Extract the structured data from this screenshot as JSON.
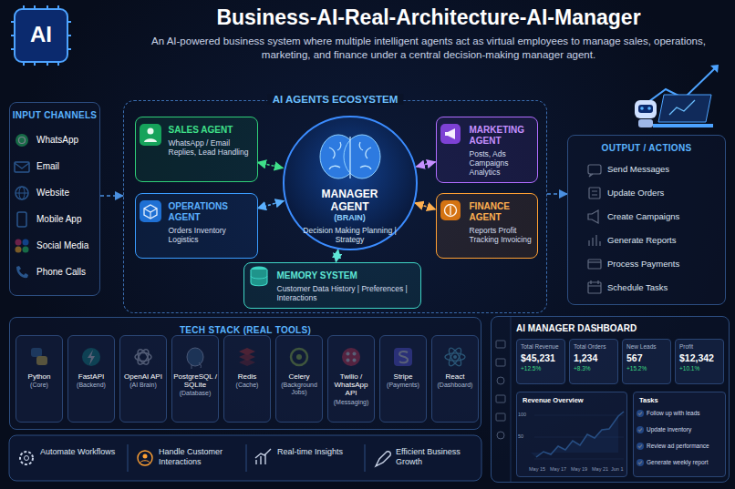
{
  "diagram": {
    "title": "Business-AI-Real-Architecture-AI-Manager",
    "caption": "An AI-powered business system where multiple intelligent agents act as virtual employees to manage sales, operations, marketing, and finance under a central decision-making manager agent.",
    "nodes": [
      {
        "text": [
          "INPUT CHANNELS"
        ]
      },
      {
        "text": [
          "AI AGENTS ECOSYSTEM"
        ]
      },
      {
        "text": [
          "SALES AGENT",
          "WhatsApp / Email Replies, Lead Handling"
        ],
        "in": 1
      },
      {
        "text": [
          "OPERATIONS AGENT",
          "Orders Inventory Logistics"
        ],
        "in": 1
      },
      {
        "text": [
          "MANAGER AGENT",
          "(BRAIN)",
          "Decision Making Planning | Strategy"
        ],
        "in": 1
      },
      {
        "text": [
          "MARKETING AGENT",
          "Posts, Ads Campaigns Analytics"
        ],
        "in": 1
      },
      {
        "text": [
          "FINANCE AGENT",
          "Reports Profit Tracking Invoicing"
        ],
        "in": 1
      },
      {
        "text": [
          "MEMORY SYSTEM",
          "Customer Data History | Preferences | Interactions"
        ],
        "in": 1
      },
      {
        "text": [
          "OUTPUT / ACTIONS"
        ]
      },
      {
        "text": [
          "TECH STACK (REAL TOOLS)"
        ]
      },
      {
        "text": [
          "Python",
          "(Core)"
        ],
        "in": 9
      },
      {
        "text": [
          "FastAPI",
          "(Backend)"
        ],
        "in": 9
      },
      {
        "text": [
          "OpenAI API",
          "(AI Brain)"
        ],
        "in": 9
      },
      {
        "text": [
          "PostgreSQL / SQLite",
          "(Database)"
        ],
        "in": 9
      },
      {
        "text": [
          "Redis",
          "(Cache)"
        ],
        "in": 9
      },
      {
        "text": [
          "Celery",
          "(Background Jobs)"
        ],
        "in": 9
      },
      {
        "text": [
          "Twilio / WhatsApp API",
          "(Messaging)"
        ],
        "in": 9
      },
      {
        "text": [
          "Stripe",
          "(Payments)"
        ],
        "in": 9
      },
      {
        "text": [
          "React",
          "(Dashboard)"
        ],
        "in": 9
      },
      {
        "text": [
          "AI MANAGER DASHBOARD"
        ]
      },
      {
        "text": [
          "Total Revenue",
          "$45,231",
          "+12.5%"
        ],
        "in": 19
      },
      {
        "text": [
          "Total Orders",
          "1,234",
          "+8.3%"
        ],
        "in": 19
      },
      {
        "text": [
          "New Leads",
          "567",
          "+15.2%"
        ],
        "in": 19
      },
      {
        "text": [
          "Profit",
          "$12,342",
          "+10.1%"
        ],
        "in": 19
      },
      {
        "text": [
          "Revenue Overview"
        ],
        "in": 19
      },
      {
        "text": [
          "Tasks"
        ],
        "in": 19
      }
    ],
    "edges": [
      {
        "from": 0,
        "to": 1,
        "arrow": "to"
      },
      {
        "from": 1,
        "to": 8,
        "arrow": "to"
      },
      {
        "from": 4,
        "to": 2,
        "arrow": "both"
      },
      {
        "from": 4,
        "to": 3,
        "arrow": "both"
      },
      {
        "from": 4,
        "to": 5,
        "arrow": "both"
      },
      {
        "from": 4,
        "to": 6,
        "arrow": "both"
      },
      {
        "from": 4,
        "to": 7,
        "arrow": "both"
      }
    ],
    "labels": [
      "AI",
      "WhatsApp",
      "Email",
      "Website",
      "Mobile App",
      "Social Media",
      "Phone Calls",
      "Send Messages",
      "Update Orders",
      "Create Campaigns",
      "Generate Reports",
      "Process Payments",
      "Schedule Tasks",
      "Automate Workflows",
      "Handle Customer Interactions",
      "Real-time Insights",
      "Efficient Business Growth",
      "100",
      "50",
      "May 15",
      "May 17",
      "May 19",
      "May 21",
      "Jun 1",
      "Follow up with leads",
      "Update inventory",
      "Review ad performance",
      "Generate weekly report"
    ]
  }
}
